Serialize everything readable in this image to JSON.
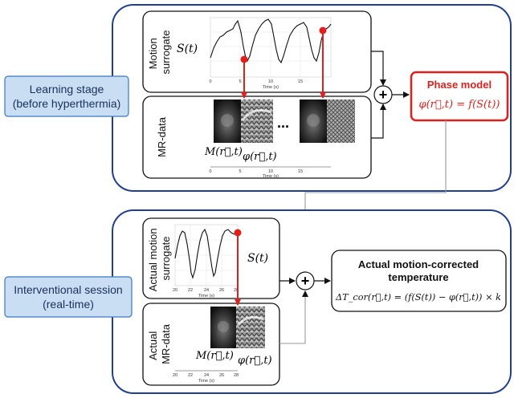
{
  "learning": {
    "stage_line1": "Learning stage",
    "stage_line2": "(before hyperthermia)",
    "surrogate_line1": "Motion",
    "surrogate_line2": "surrogate",
    "signal_label": "S(t)",
    "mr_label": "MR-data",
    "magnitude_label": "M(r⃗,t)",
    "phase_label": "φ(r⃗,t)",
    "ellipsis": "...",
    "ticks_top": [
      "0",
      "5",
      "10",
      "15"
    ],
    "ticks_bottom": [
      "0",
      "5",
      "10",
      "15"
    ],
    "time_axis": "Time (s)"
  },
  "phase_model": {
    "title": "Phase model",
    "formula": "φ(r⃗,t) = f(S(t))"
  },
  "interventional": {
    "stage_line1": "Interventional session",
    "stage_line2": "(real-time)",
    "surrogate_line1": "Actual motion",
    "surrogate_line2": "surrogate",
    "signal_label": "S(t)",
    "mr_line1": "Actual",
    "mr_line2": "MR-data",
    "magnitude_label": "M(r⃗,t)",
    "phase_label": "φ(r⃗,t)",
    "ticks_top": [
      "20",
      "22",
      "24",
      "26",
      "28"
    ],
    "ticks_bottom": [
      "20",
      "22",
      "24",
      "26",
      "28"
    ],
    "time_axis": "Time (s)"
  },
  "corrected": {
    "title_line1": "Actual motion-corrected",
    "title_line2": "temperature",
    "formula": "ΔT_cor(r⃗,t) = (f(S(t)) − φ(r⃗,t)) × k"
  },
  "operators": {
    "sum": "+"
  },
  "colors": {
    "panel_border": "#1f3f8f",
    "stage_fill": "#c9def2",
    "stage_border": "#3a78c2",
    "highlight": "#e0201c",
    "box_border": "#111111"
  }
}
